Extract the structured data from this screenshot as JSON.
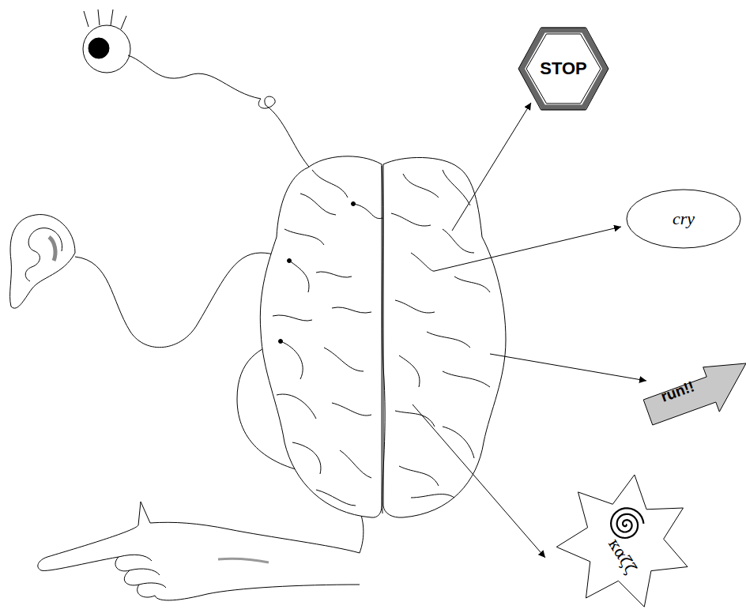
{
  "diagram": {
    "nodes": [
      {
        "text": [
          "STOP"
        ]
      },
      {
        "text": [
          "cry"
        ]
      },
      {
        "text": [
          "run!!"
        ]
      },
      {
        "text": [
          "καζζ"
        ]
      }
    ]
  }
}
